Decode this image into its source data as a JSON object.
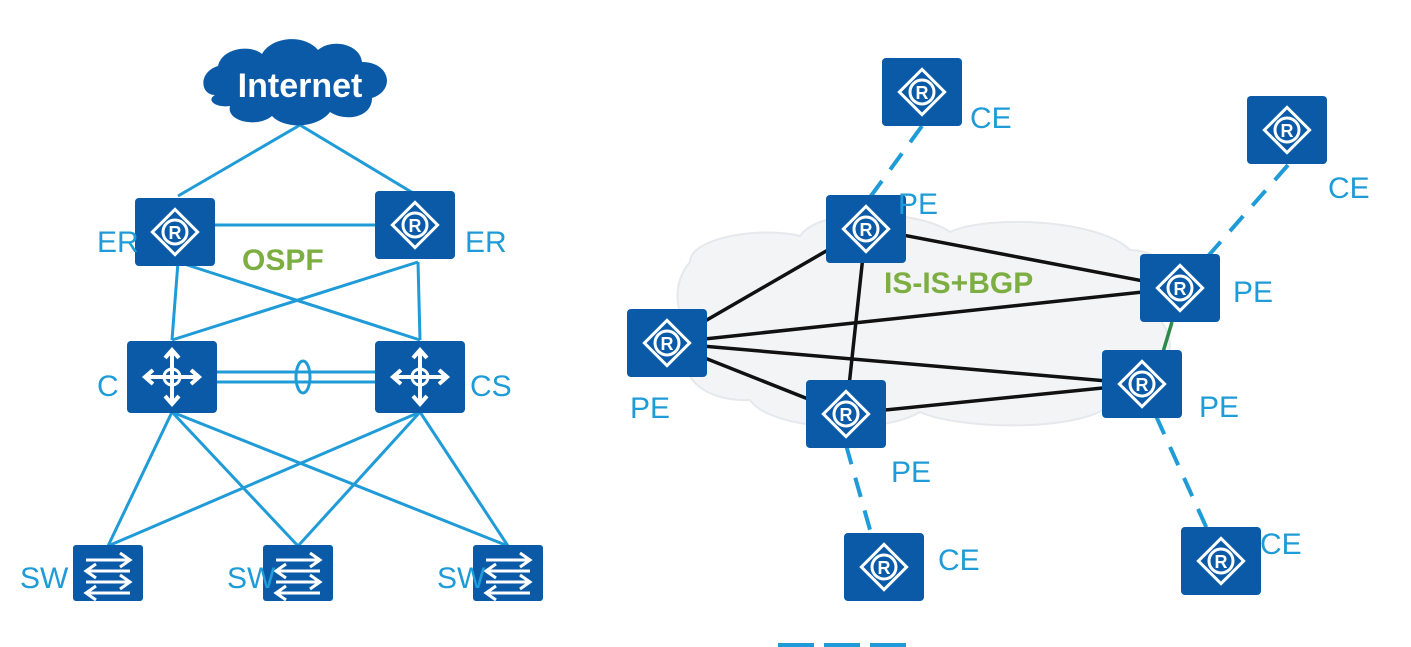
{
  "left_diagram": {
    "cloud_label": "Internet",
    "protocol_label": "OSPF",
    "er_left_label": "ER",
    "er_right_label": "ER",
    "cs_left_label": "C",
    "cs_right_label": "CS",
    "sw_labels": [
      "SW",
      "SW",
      "SW"
    ]
  },
  "right_diagram": {
    "protocol_label": "IS-IS+BGP",
    "ce_labels": [
      "CE",
      "CE",
      "CE",
      "CE"
    ],
    "pe_labels": [
      "PE",
      "PE",
      "PE",
      "PE",
      "PE"
    ]
  },
  "colors": {
    "device_blue": "#0a5aa8",
    "link_blue": "#1f9bd7",
    "mesh_black": "#111111",
    "protocol_green": "#7cae42"
  },
  "icons": {
    "router": "router-icon",
    "core_switch": "core-switch-icon",
    "access_switch": "switch-icon",
    "cloud": "cloud-icon"
  }
}
